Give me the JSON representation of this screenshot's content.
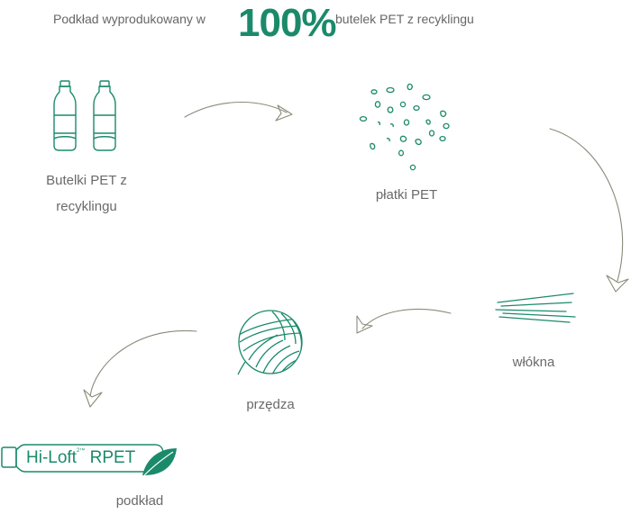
{
  "headline": {
    "prefix": "Podkład wyprodukowany w",
    "highlight": "100%",
    "suffix": "butelek PET z recyklingu"
  },
  "steps": [
    {
      "label_line1": "Butelki PET z",
      "label_line2": "recyklingu",
      "icon": "bottles-icon"
    },
    {
      "label": "płatki PET",
      "icon": "flakes-icon"
    },
    {
      "label": "włókna",
      "icon": "fibers-icon"
    },
    {
      "label": "przędza",
      "icon": "yarn-ball-icon"
    },
    {
      "label": "podkład",
      "icon": "hi-loft-rpet-logo"
    }
  ],
  "brand": {
    "name": "Hi-Loft",
    "sup": "2™",
    "suffix": "RPET"
  },
  "colors": {
    "accent": "#1b8a6b",
    "arrow": "#8a8a7a",
    "text": "#6a6a6a"
  }
}
